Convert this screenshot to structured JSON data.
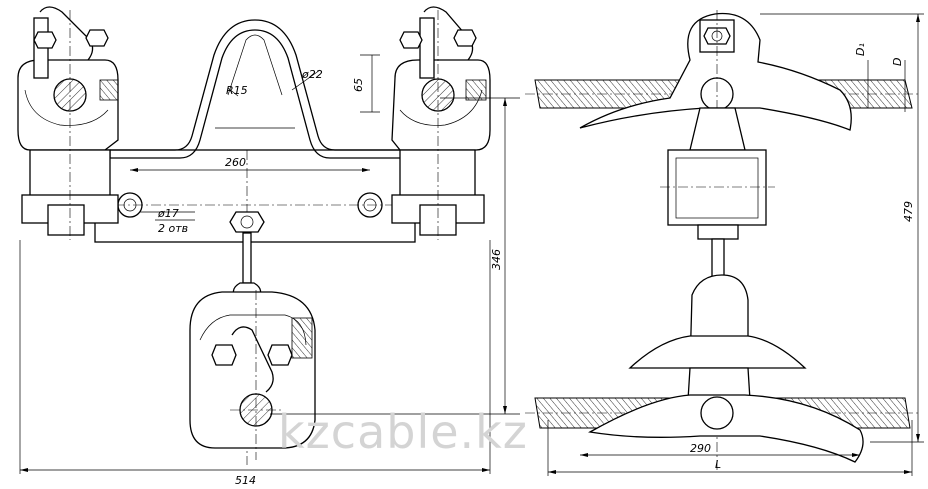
{
  "drawing": {
    "dimensions": {
      "r15": "R15",
      "d22": "ø22",
      "h65": "65",
      "w260": "260",
      "hole": "ø17",
      "hole_count": "2 отв",
      "h346": "346",
      "w514": "514",
      "h479": "479",
      "w290": "290",
      "L": "L",
      "D1": "D₁",
      "D": "D"
    },
    "watermark": "kzcable.kz"
  }
}
